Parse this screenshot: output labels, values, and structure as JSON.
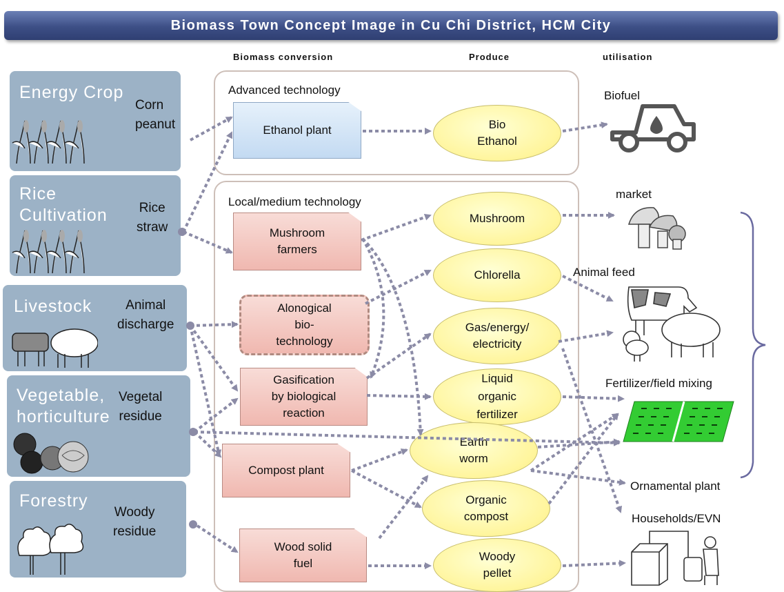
{
  "title": "Biomass Town Concept Image in Cu Chi District, HCM City",
  "headers": {
    "conversion": "Biomass conversion",
    "produce": "Produce",
    "utilisation": "utilisation"
  },
  "sources": [
    {
      "title": "Energy Crop",
      "sub": "Corn\npeanut"
    },
    {
      "title": "Rice\nCultivation",
      "sub": "Rice\nstraw"
    },
    {
      "title": "Livestock",
      "sub": "Animal\ndischarge"
    },
    {
      "title": "Vegetable,\nhorticulture",
      "sub": "Vegetal\nresidue"
    },
    {
      "title": "Forestry",
      "sub": "Woody\nresidue"
    }
  ],
  "groups": {
    "advanced": "Advanced technology",
    "local": "Local/medium technology"
  },
  "conversion": {
    "ethanol": "Ethanol plant",
    "mushroom": "Mushroom\nfarmers",
    "alonogical": "Alonogical\nbio-\ntechnology",
    "gasification": "Gasification\nby biological\nreaction",
    "compost": "Compost plant",
    "wood": "Wood solid\nfuel"
  },
  "produce": {
    "bioethanol": "Bio\nEthanol",
    "mushroom": "Mushroom",
    "chlorella": "Chlorella",
    "gas": "Gas/energy/\nelectricity",
    "liquid": "Liquid\norganic\nfertilizer",
    "earthworm": "Earth\nworm",
    "organic": "Organic\ncompost",
    "pellet": "Woody\npellet"
  },
  "utilisation": {
    "biofuel": "Biofuel",
    "market": "market",
    "animal_feed": "Animal feed",
    "fertilizer": "Fertilizer/field mixing",
    "ornamental": "Ornamental plant",
    "households": "Households/EVN"
  },
  "colors": {
    "arrow": "#8b8ba6",
    "title_bar": "#3d4f86",
    "source_box": "#9cb2c6",
    "plant": "#f0b8b0",
    "produce": "#fff59c",
    "field": "#33cc33"
  },
  "icons": [
    "corn-icon",
    "rice-icon",
    "cow-pig-icon",
    "vegetables-icon",
    "trees-icon",
    "car-icon",
    "mushrooms-icon",
    "livestock-icon",
    "field-icon",
    "household-icon"
  ]
}
